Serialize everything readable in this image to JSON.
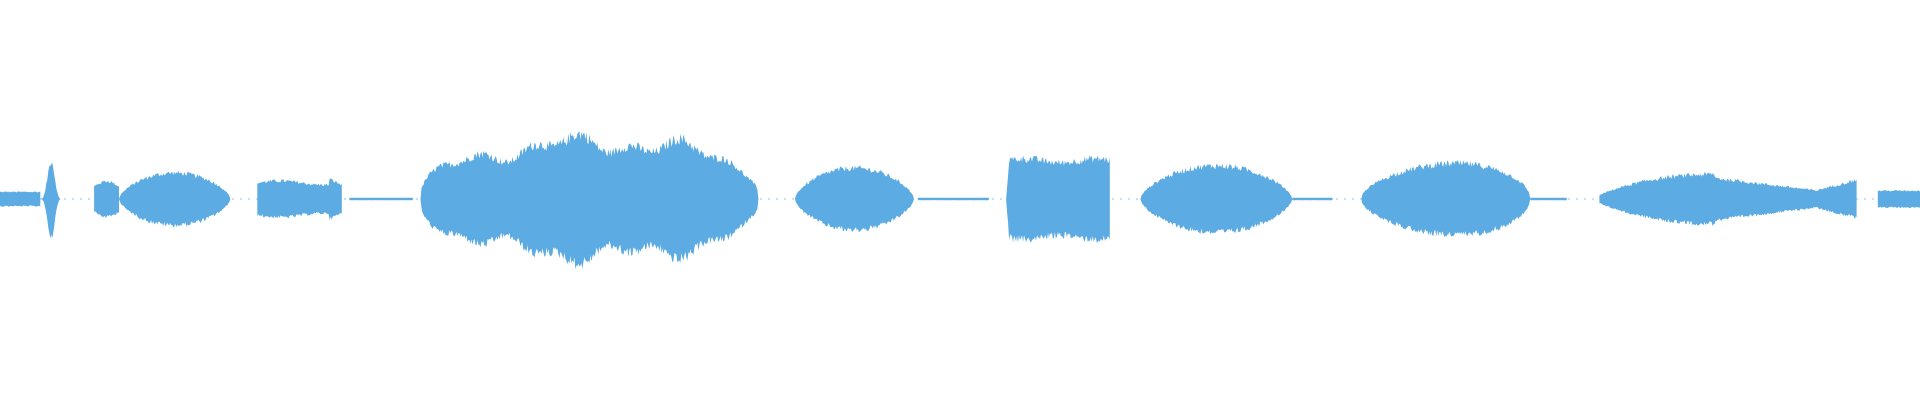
{
  "waveform": {
    "color": "#5DABE3",
    "background": "#FFFFFF",
    "silence_gap_color": "#8EC4EC",
    "amplitude_scale": [
      -1,
      1
    ],
    "segments": [
      {
        "start": 0.0,
        "end": 0.021,
        "peak": 0.06,
        "profile": "flat"
      },
      {
        "start": 0.021,
        "end": 0.033,
        "peak": 0.33,
        "profile": "spike"
      },
      {
        "start": 0.049,
        "end": 0.062,
        "peak": 0.15,
        "profile": "hump"
      },
      {
        "start": 0.062,
        "end": 0.12,
        "peak": 0.22,
        "profile": "swell"
      },
      {
        "start": 0.134,
        "end": 0.178,
        "peak": 0.17,
        "profile": "flat-rise"
      },
      {
        "start": 0.182,
        "end": 0.215,
        "peak": 0.01,
        "profile": "flat"
      },
      {
        "start": 0.219,
        "end": 0.395,
        "peak": 0.61,
        "profile": "main"
      },
      {
        "start": 0.414,
        "end": 0.476,
        "peak": 0.26,
        "profile": "swell"
      },
      {
        "start": 0.478,
        "end": 0.515,
        "peak": 0.01,
        "profile": "flat"
      },
      {
        "start": 0.524,
        "end": 0.578,
        "peak": 0.34,
        "profile": "block"
      },
      {
        "start": 0.594,
        "end": 0.673,
        "peak": 0.28,
        "profile": "swell"
      },
      {
        "start": 0.673,
        "end": 0.694,
        "peak": 0.01,
        "profile": "flat"
      },
      {
        "start": 0.709,
        "end": 0.797,
        "peak": 0.34,
        "profile": "rising-swell"
      },
      {
        "start": 0.797,
        "end": 0.816,
        "peak": 0.01,
        "profile": "flat"
      },
      {
        "start": 0.833,
        "end": 0.967,
        "peak": 0.22,
        "profile": "decay-tail"
      },
      {
        "start": 0.978,
        "end": 1.0,
        "peak": 0.07,
        "profile": "flat"
      }
    ]
  }
}
